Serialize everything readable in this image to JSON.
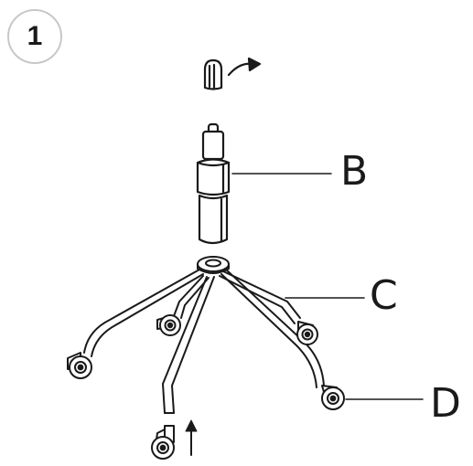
{
  "step": {
    "number": "1"
  },
  "parts": {
    "b": {
      "label": "B"
    },
    "c": {
      "label": "C"
    },
    "d": {
      "label": "D"
    }
  },
  "icons": [
    "cap-icon",
    "direction-arrow-icon",
    "gas-cylinder-icon",
    "five-star-base-icon",
    "caster-icon",
    "insert-arrow-icon"
  ],
  "colors": {
    "line": "#1a1a1a",
    "circle_border": "#c8c8c8",
    "background": "#ffffff"
  }
}
